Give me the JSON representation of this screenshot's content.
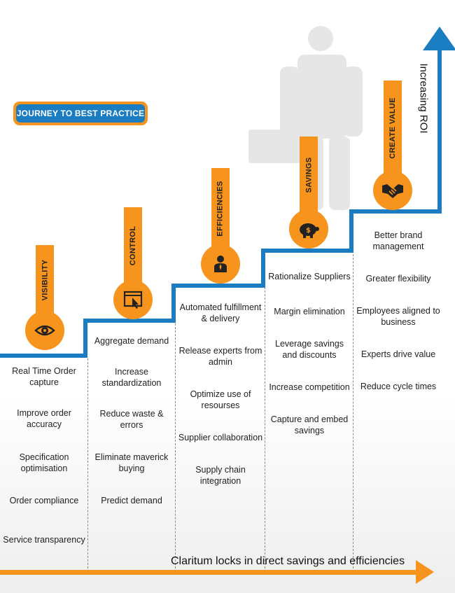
{
  "title": "JOURNEY TO BEST PRACTICE",
  "roi_label": "Increasing ROI",
  "bottom_label": "Claritum locks in direct savings and efficiencies",
  "colors": {
    "orange": "#f7941d",
    "blue": "#1a7cc1"
  },
  "stages": [
    {
      "label": "VISIBILITY",
      "icon": "eye-icon",
      "items": [
        "Real Time Order capture",
        "Improve order accuracy",
        "Specification optimisation",
        "Order compliance",
        "Service transparency"
      ]
    },
    {
      "label": "CONTROL",
      "icon": "browser-click-icon",
      "items": [
        "Aggregate demand",
        "Increase standardization",
        "Reduce waste & errors",
        "Eliminate maverick buying",
        "Predict demand"
      ]
    },
    {
      "label": "EFFICIENCIES",
      "icon": "businessman-icon",
      "items": [
        "Automated fulfillment & delivery",
        "Release experts from admin",
        "Optimize use of resourses",
        "Supplier collaboration",
        "Supply chain integration"
      ]
    },
    {
      "label": "SAVINGS",
      "icon": "piggy-bank-icon",
      "items": [
        "Rationalize Suppliers",
        "Margin elimination",
        "Leverage savings and discounts",
        "Increase competition",
        "Capture and embed savings"
      ]
    },
    {
      "label": "CREATE VALUE",
      "icon": "handshake-icon",
      "items": [
        "Better brand management",
        "Greater flexibility",
        "Employees aligned to business",
        "Experts drive value",
        "Reduce cycle times"
      ]
    }
  ]
}
